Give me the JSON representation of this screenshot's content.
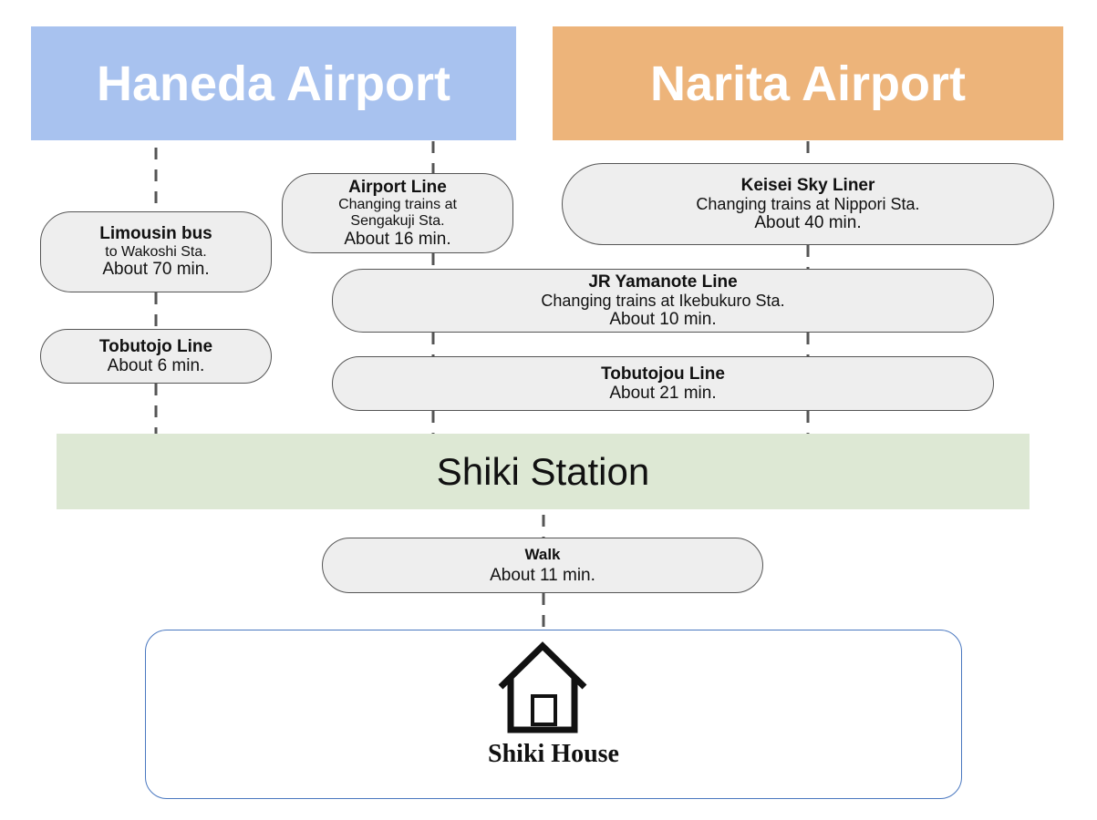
{
  "airports": {
    "haneda": {
      "title": "Haneda Airport",
      "color": "#a8c2ef"
    },
    "narita": {
      "title": "Narita Airport",
      "color": "#edb47a"
    }
  },
  "routes": {
    "limousin_bus": {
      "title": "Limousin bus",
      "sub": "to Wakoshi Sta.",
      "time": "About 70 min."
    },
    "tobutojo_haneda": {
      "title": "Tobutojo Line",
      "time": "About 6 min."
    },
    "airport_line": {
      "title": "Airport Line",
      "sub": "Changing trains at Sengakuji Sta.",
      "time": "About 16 min."
    },
    "keisei": {
      "title": "Keisei Sky Liner",
      "sub": "Changing trains at Nippori Sta.",
      "time": "About 40 min."
    },
    "jr_yamanote": {
      "title": "JR Yamanote Line",
      "sub": "Changing trains at Ikebukuro Sta.",
      "time": "About 10 min."
    },
    "tobutojou": {
      "title": "Tobutojou Line",
      "time": "About 21 min."
    },
    "walk": {
      "title": "Walk",
      "time": "About 11 min."
    }
  },
  "station": {
    "name": "Shiki Station",
    "color": "#dde8d4"
  },
  "destination": {
    "name": "Shiki House",
    "icon": "house-icon"
  }
}
